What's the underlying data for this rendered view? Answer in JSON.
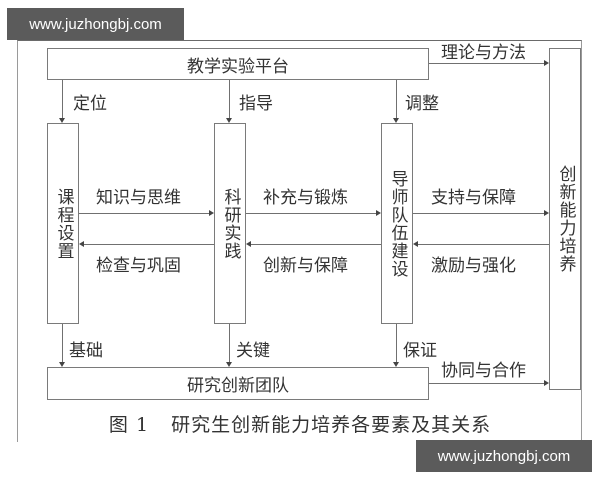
{
  "watermarks": {
    "top": "www.juzhongbj.com",
    "bottom": "www.juzhongbj.com"
  },
  "boxes": {
    "platform": "教学实验平台",
    "curriculum": "课程设置",
    "research": "科研实践",
    "mentors": "导师队伍建设",
    "innovation": "创新能力培养",
    "team": "研究创新团队"
  },
  "edges": {
    "platform_to_curriculum": "定位",
    "platform_to_research": "指导",
    "platform_to_mentors": "调整",
    "platform_to_innovation": "理论与方法",
    "curriculum_to_research": "知识与思维",
    "research_to_curriculum": "检查与巩固",
    "research_to_mentors": "补充与锻炼",
    "mentors_to_research": "创新与保障",
    "mentors_to_innovation": "支持与保障",
    "innovation_to_mentors": "激励与强化",
    "curriculum_to_team": "基础",
    "research_to_team": "关键",
    "mentors_to_team": "保证",
    "team_to_innovation": "协同与合作"
  },
  "caption": {
    "figure": "图 1",
    "title": "研究生创新能力培养各要素及其关系"
  }
}
